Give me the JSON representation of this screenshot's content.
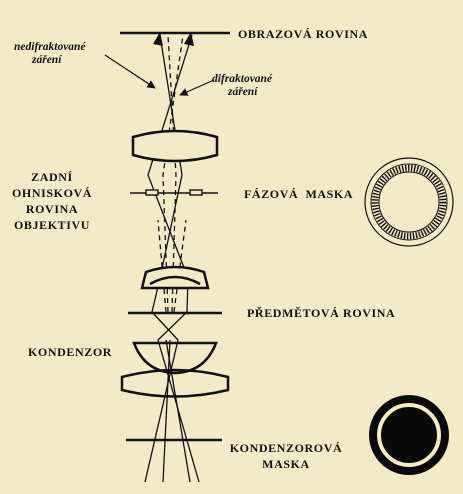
{
  "labels": {
    "image_plane": "OBRAZOVÁ ROVINA",
    "undiffracted": [
      "nedifraktované",
      "záření"
    ],
    "diffracted": [
      "difraktované",
      "záření"
    ],
    "back_focal_plane": [
      "ZADNÍ",
      "OHNISKOVÁ",
      "ROVINA",
      "OBJEKTIVU"
    ],
    "phase_mask": "FÁZOVÁ  MASKA",
    "object_plane": "PŘEDMĚTOVÁ ROVINA",
    "condenser": "KONDENZOR",
    "condenser_mask": [
      "KONDENZOROVÁ",
      "MASKA"
    ]
  },
  "colors": {
    "background": "#f3ebc7",
    "ink": "#111111"
  }
}
